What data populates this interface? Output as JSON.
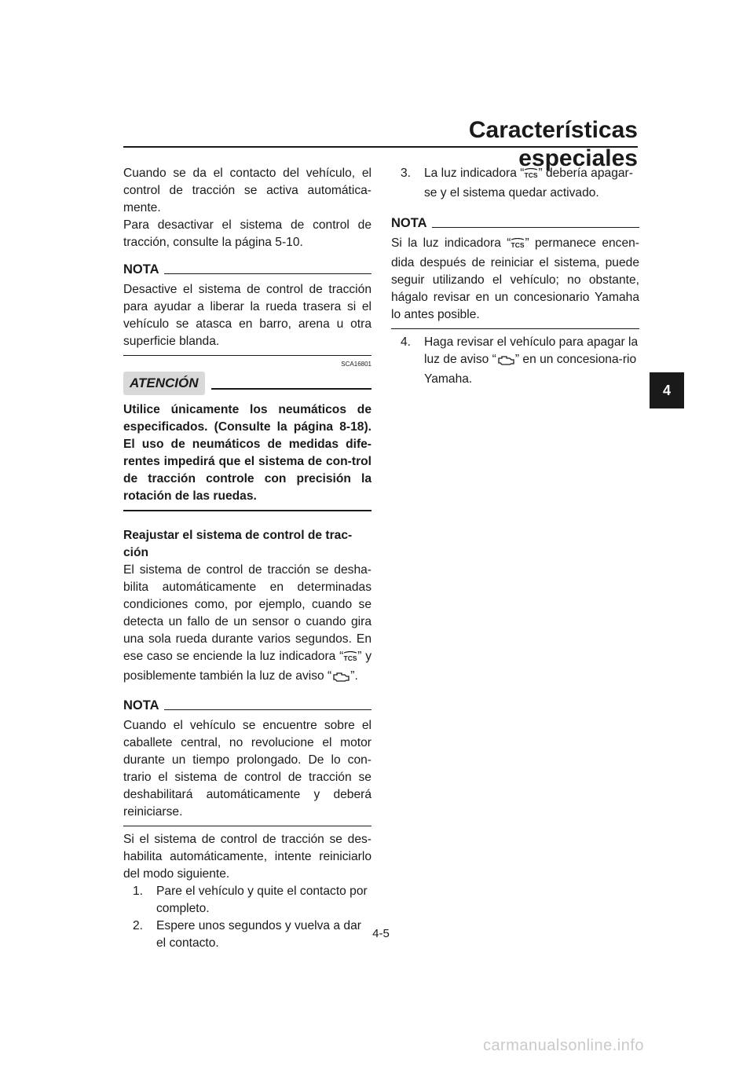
{
  "header": {
    "title": "Características especiales"
  },
  "side_tab": {
    "label": "4"
  },
  "left": {
    "p1": "Cuando se da el contacto del vehículo, el control de tracción se activa automática-mente.",
    "p2": "Para desactivar el sistema de control de tracción, consulte la página 5-10.",
    "nota1_label": "NOTA",
    "nota1_text": "Desactive el sistema de control de tracción para ayudar a liberar la rueda trasera si el vehículo se atasca en barro, arena u otra superficie blanda.",
    "code": "SCA16801",
    "atencion_label": "ATENCIÓN",
    "atencion_text": "Utilice únicamente los neumáticos de especificados. (Consulte la página 8-18). El uso de neumáticos de medidas dife-rentes impedirá que el sistema de con-trol de tracción controle con precisión la rotación de las ruedas.",
    "subhead": "Reajustar el sistema de control de trac-ción",
    "p3_a": "El sistema de control de tracción se desha-bilita automáticamente en determinadas condiciones como, por ejemplo, cuando se detecta un fallo de un sensor o cuando gira una sola rueda durante varios segundos. En ese caso se enciende la luz indicadora “",
    "p3_b": "” y posiblemente también la luz de aviso “",
    "p3_c": "”.",
    "nota2_label": "NOTA",
    "nota2_text": "Cuando el vehículo se encuentre sobre el caballete central, no revolucione el motor durante un tiempo prolongado. De lo con-trario el sistema de control de tracción se deshabilitará automáticamente y deberá reiniciarse.",
    "p4": "Si el sistema de control de tracción se des-habilita automáticamente, intente reiniciarlo del modo siguiente.",
    "steps": [
      {
        "num": "1.",
        "text": "Pare el vehículo y quite el contacto por completo."
      },
      {
        "num": "2.",
        "text": "Espere unos segundos y vuelva a dar el contacto."
      }
    ]
  },
  "right": {
    "step3_num": "3.",
    "step3_a": "La luz indicadora “",
    "step3_b": "” debería apagar-se y el sistema quedar activado.",
    "nota3_label": "NOTA",
    "nota3_a": "Si la luz indicadora “",
    "nota3_b": "” permanece encen-dida después de reiniciar el sistema, puede seguir utilizando el vehículo; no obstante, hágalo revisar en un concesionario Yamaha lo antes posible.",
    "step4_num": "4.",
    "step4_a": "Haga revisar el vehículo para apagar la luz de aviso “",
    "step4_b": "” en un concesiona-rio Yamaha."
  },
  "footer": {
    "page_number": "4-5",
    "watermark": "carmanualsonline.info"
  },
  "icons": {
    "tcs": "tcs-indicator-icon",
    "engine": "engine-warning-icon"
  }
}
